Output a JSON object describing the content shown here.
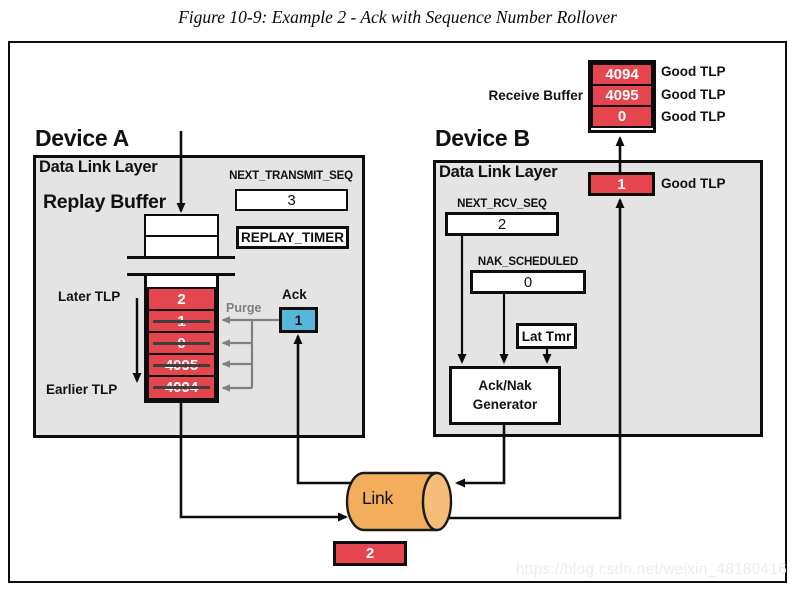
{
  "figure_title": "Figure 10-9: Example 2 - Ack with Sequence Number Rollover",
  "watermark": "https://blog.csdn.net/weixin_48180416",
  "device_a": {
    "heading": "Device A",
    "layer_label": "Data Link Layer",
    "replay_buffer_label": "Replay Buffer",
    "next_transmit_seq_label": "NEXT_TRANSMIT_SEQ",
    "next_transmit_seq_value": "3",
    "replay_timer_label": "REPLAY_TIMER",
    "later_tlp_label": "Later TLP",
    "earlier_tlp_label": "Earlier TLP",
    "purge_label": "Purge",
    "ack_label": "Ack",
    "ack_value": "1",
    "buffer_cells": [
      {
        "value": "2",
        "struck": false
      },
      {
        "value": "1",
        "struck": true
      },
      {
        "value": "0",
        "struck": true
      },
      {
        "value": "4095",
        "struck": true
      },
      {
        "value": "4094",
        "struck": true
      }
    ]
  },
  "device_b": {
    "heading": "Device B",
    "layer_label": "Data Link Layer",
    "next_rcv_seq_label": "NEXT_RCV_SEQ",
    "next_rcv_seq_value": "2",
    "nak_scheduled_label": "NAK_SCHEDULED",
    "nak_scheduled_value": "0",
    "lat_tmr_label": "Lat Tmr",
    "generator_label": "Ack/Nak\nGenerator",
    "incoming_tlp_value": "1",
    "incoming_tlp_label": "Good TLP"
  },
  "receive_buffer": {
    "label": "Receive Buffer",
    "cells": [
      {
        "value": "4094",
        "label": "Good TLP"
      },
      {
        "value": "4095",
        "label": "Good TLP"
      },
      {
        "value": "0",
        "label": "Good TLP"
      }
    ]
  },
  "link": {
    "label": "Link",
    "in_flight_value": "2"
  },
  "colors": {
    "tlp_red": "#e5454e",
    "ack_blue": "#56b7db",
    "link_orange": "#f2ae5b",
    "link_cap_orange": "#f5be78",
    "device_fill_gray": "#e4e4e4",
    "purge_gray": "#7f7f7f"
  }
}
